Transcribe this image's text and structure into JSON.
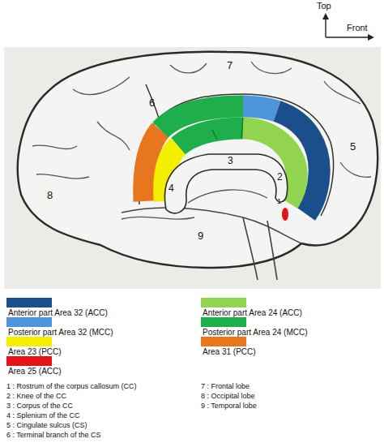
{
  "diagram": {
    "labels": [
      "Top",
      "Front",
      "7",
      "6",
      "5",
      "3",
      "2",
      "1",
      "4",
      "8",
      "9",
      "1 : Rostrum of the corpus callosum (CC)",
      "2 : Knee of the CC",
      "3 : Corpus of the CC",
      "4 : Splenium of the CC",
      "5 : Cingulate sulcus (CS)",
      "6 : Terminal branch of the CS",
      "7 : Frontal lobe",
      "8 : Occipital lobe",
      "9 : Temporal lobe"
    ],
    "legend": [
      {
        "text": "Anterior part Area 32 (ACC)",
        "color": "#1b4f8c"
      },
      {
        "text": "Posterior part Area 32 (MCC)",
        "color": "#4f95dc"
      },
      {
        "text": "Area 23 (PCC)",
        "color": "#f4ee00"
      },
      {
        "text": "Area 25 (ACC)",
        "color": "#e3141b"
      },
      {
        "text": "Anterior part Area 24 (ACC)",
        "color": "#92d450"
      },
      {
        "text": "Posterior part Area 24 (MCC)",
        "color": "#1fae4c"
      },
      {
        "text": "Area 31 (PCC)",
        "color": "#e8761e"
      }
    ]
  }
}
